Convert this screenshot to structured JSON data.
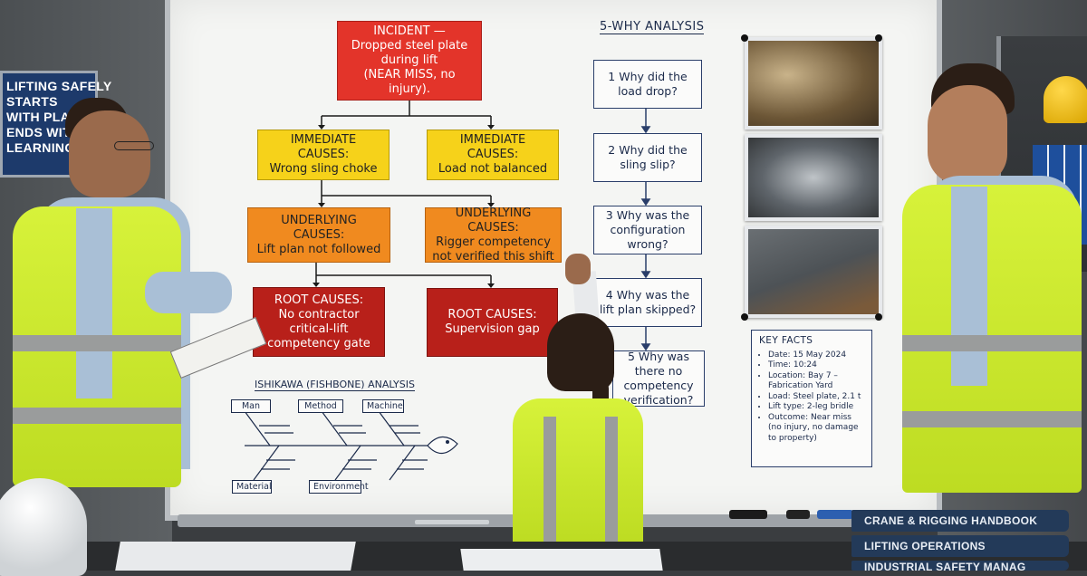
{
  "poster": {
    "lines": [
      "LIFTING SAFELY",
      "STARTS",
      "WITH PLA",
      "ENDS WIT",
      "LEARNING."
    ]
  },
  "flow": {
    "incident": [
      "INCIDENT —",
      "Dropped steel plate",
      "during lift",
      "(NEAR MISS, no injury)."
    ],
    "immediate_left": [
      "IMMEDIATE CAUSES:",
      "Wrong sling choke"
    ],
    "immediate_right": [
      "IMMEDIATE CAUSES:",
      "Load not balanced"
    ],
    "underlying_left": [
      "UNDERLYING CAUSES:",
      "Lift plan not followed"
    ],
    "underlying_right": [
      "UNDERLYING CAUSES:",
      "Rigger competency",
      "not verified this shift"
    ],
    "root_left": [
      "ROOT CAUSES:",
      "No contractor",
      "critical-lift",
      "competency gate"
    ],
    "root_right": [
      "ROOT CAUSES:",
      "Supervision gap"
    ]
  },
  "five_why": {
    "title": "5-WHY ANALYSIS",
    "steps": [
      [
        "1  Why did the",
        "load drop?"
      ],
      [
        "2  Why did the",
        "sling slip?"
      ],
      [
        "3  Why was the",
        "configuration wrong?"
      ],
      [
        "4  Why was the",
        "lift plan skipped?"
      ],
      [
        "5  Why was there no",
        "competency",
        "verification?"
      ]
    ]
  },
  "key_facts": {
    "title": "KEY FACTS",
    "items": [
      "Date: 15 May 2024",
      "Time: 10:24",
      "Location: Bay 7 – Fabrication Yard",
      "Load: Steel plate, 2.1 t",
      "Lift type: 2-leg bridle",
      "Outcome: Near miss (no injury, no damage to property)"
    ]
  },
  "fishbone": {
    "title": "ISHIKAWA (FISHBONE) ANALYSIS",
    "categories": [
      "Man",
      "Method",
      "Machine",
      "Material",
      "Environment"
    ]
  },
  "books": [
    "CRANE & RIGGING HANDBOOK",
    "LIFTING OPERATIONS",
    "INDUSTRIAL SAFETY MANAG"
  ],
  "colors": {
    "incident": "#e3342a",
    "immediate": "#f6d21a",
    "underlying": "#f08a1f",
    "root": "#b8201a",
    "vest": "#cfe82c"
  }
}
